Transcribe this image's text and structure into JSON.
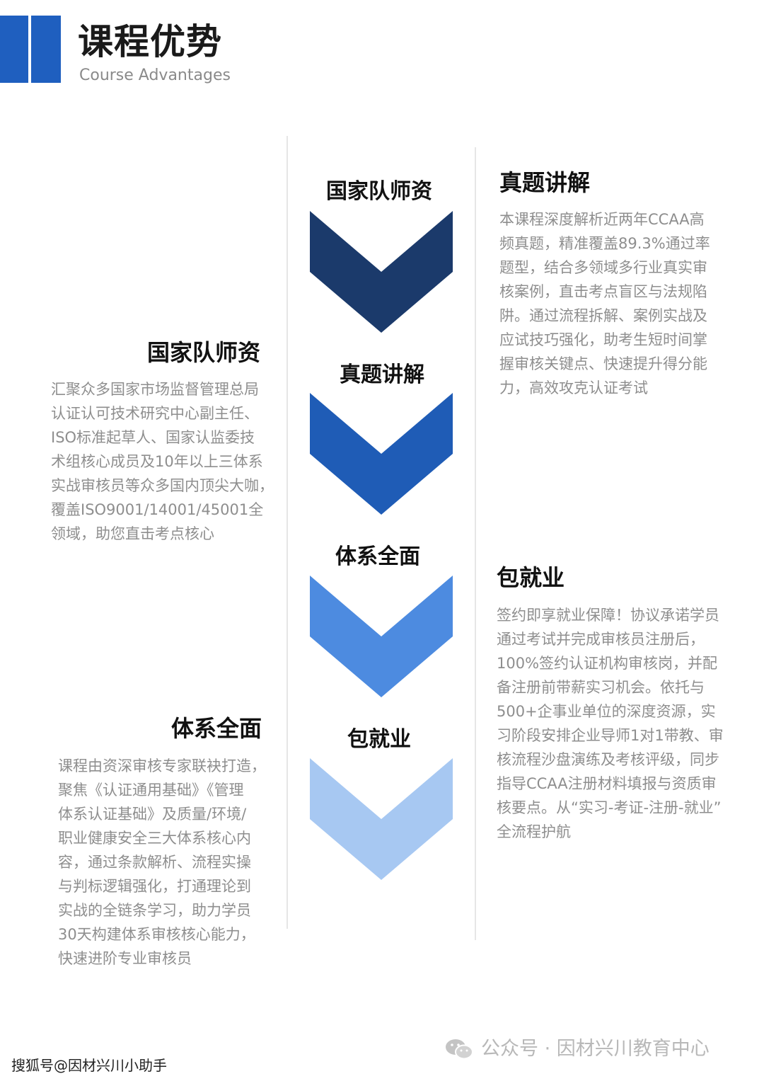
{
  "header": {
    "title": "课程优势",
    "subtitle": "Course Advantages"
  },
  "center_steps": [
    {
      "label": "国家队师资",
      "color": "#1b3a6b"
    },
    {
      "label": "真题讲解",
      "color": "#1f5cb6"
    },
    {
      "label": "体系全面",
      "color": "#4d8be0"
    },
    {
      "label": "包就业",
      "color": "#a7c8f2"
    }
  ],
  "blocks": {
    "right_top": {
      "title": "真题讲解",
      "lines": [
        "本课程深度解析近两年CCAA高",
        "频真题，精准覆盖89.3%通过率",
        "题型，结合多领域多行业真实审",
        "核案例，直击考点盲区与法规陷",
        "阱。通过流程拆解、案例实战及",
        "应试技巧强化，助考生短时间掌",
        "握审核关键点、快速提升得分能",
        "力，高效攻克认证考试"
      ]
    },
    "left_top": {
      "title": "国家队师资",
      "lines": [
        "汇聚众多国家市场监督管理总局",
        "认证认可技术研究中心副主任、",
        "ISO标准起草人、国家认监委技",
        "术组核心成员及10年以上三体系",
        "实战审核员等众多国内顶尖大咖，",
        "覆盖ISO9001/14001/45001全",
        "领域，助您直击考点核心"
      ]
    },
    "right_bottom": {
      "title": "包就业",
      "lines": [
        "签约即享就业保障！协议承诺学员",
        "通过考试并完成审核员注册后，",
        "100%签约认证机构审核岗，并配",
        "备注册前带薪实习机会。依托与",
        "500+企事业单位的深度资源，实",
        "习阶段安排企业导师1对1带教、审",
        "核流程沙盘演练及考核评级，同步",
        "指导CCAA注册材料填报与资质审",
        "核要点。从“实习-考证-注册-就业”",
        "全流程护航"
      ]
    },
    "left_bottom": {
      "title": "体系全面",
      "lines": [
        "课程由资深审核专家联袂打造，",
        "聚焦《认证通用基础》《管理",
        "体系认证基础》及质量/环境/",
        "职业健康安全三大体系核心内",
        "容，通过条款解析、流程实操",
        "与判标逻辑强化，打通理论到",
        "实战的全链条学习，助力学员",
        "30天构建体系审核核心能力，",
        "快速进阶专业审核员"
      ]
    }
  },
  "footer": {
    "watermark": "公众号 · 因材兴川教育中心",
    "watermark_icon": "wechat-icon",
    "source": "搜狐号@因材兴川小助手"
  },
  "colors": {
    "accent": "#1f5fbf",
    "body_text": "#8e8e8e",
    "divider": "#e6e6e6"
  }
}
